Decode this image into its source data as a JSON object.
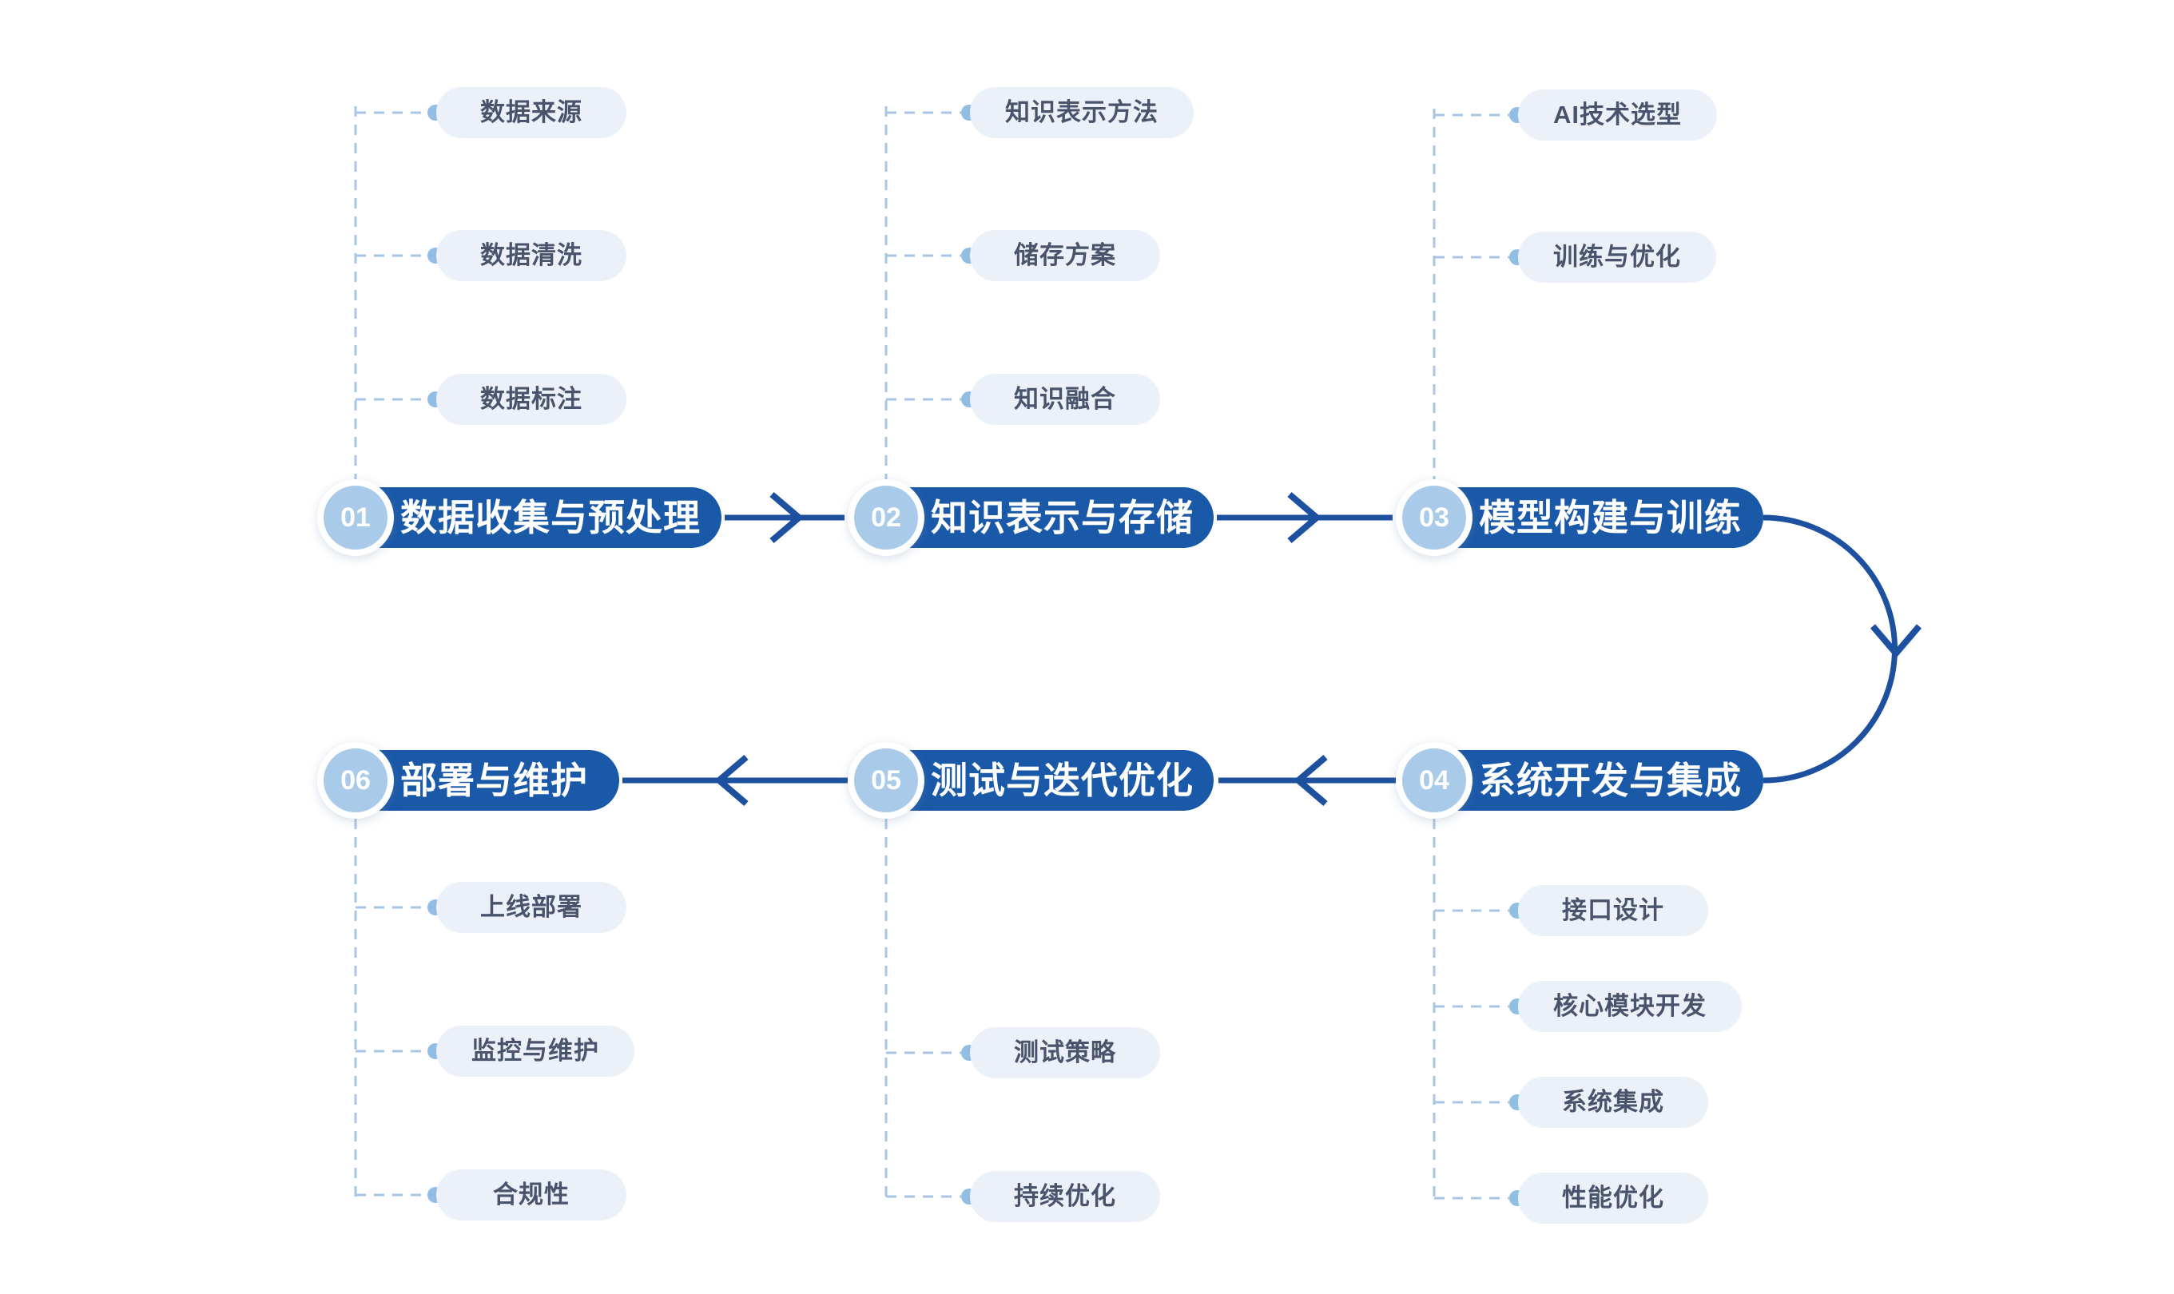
{
  "diagram": {
    "type": "process-flow",
    "colors": {
      "stage_pill_bg": "#1A58A8",
      "stage_pill_text": "#FFFFFF",
      "badge_bg": "#A9CBE9",
      "badge_ring": "#FFFFFF",
      "badge_text": "#FFFFFF",
      "sub_pill_bg": "#ECF1F9",
      "sub_pill_text": "#49536B",
      "arrow": "#1D509F",
      "dashed_connector": "#A8C6E3",
      "connector_dot": "#92BEE4",
      "background": "#FFFFFF"
    },
    "stages": [
      {
        "number": "01",
        "label": "数据收集与预处理",
        "sub_items": [
          "数据来源",
          "数据清洗",
          "数据标注"
        ]
      },
      {
        "number": "02",
        "label": "知识表示与存储",
        "sub_items": [
          "知识表示方法",
          "储存方案",
          "知识融合"
        ]
      },
      {
        "number": "03",
        "label": "模型构建与训练",
        "sub_items": [
          "AI技术选型",
          "训练与优化"
        ]
      },
      {
        "number": "04",
        "label": "系统开发与集成",
        "sub_items": [
          "接口设计",
          "核心模块开发",
          "系统集成",
          "性能优化"
        ]
      },
      {
        "number": "05",
        "label": "测试与迭代优化",
        "sub_items": [
          "测试策略",
          "持续优化"
        ]
      },
      {
        "number": "06",
        "label": "部署与维护",
        "sub_items": [
          "上线部署",
          "监控与维护",
          "合规性"
        ]
      }
    ],
    "flow_arrows": [
      {
        "from": "01",
        "to": "02"
      },
      {
        "from": "02",
        "to": "03"
      },
      {
        "from": "03",
        "to": "04"
      },
      {
        "from": "04",
        "to": "05"
      },
      {
        "from": "05",
        "to": "06"
      }
    ]
  }
}
